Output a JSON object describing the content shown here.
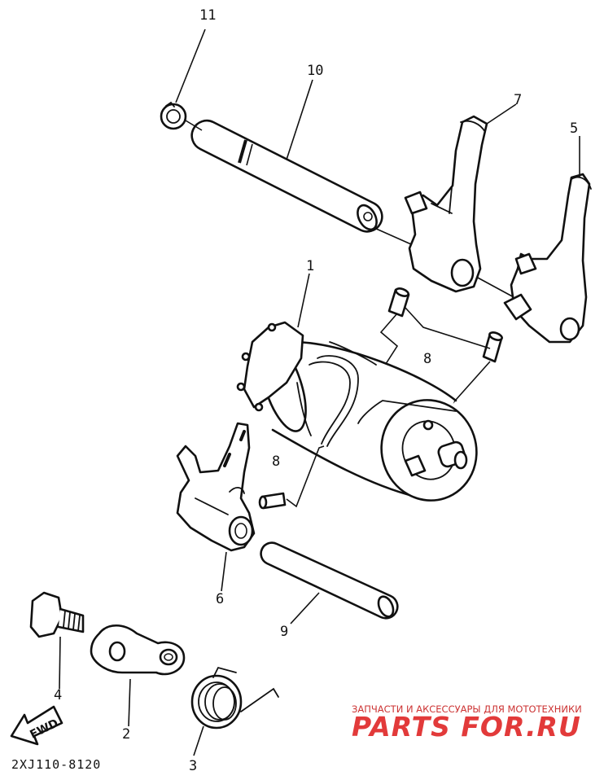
{
  "diagram": {
    "callouts": [
      {
        "id": "1",
        "label": "1"
      },
      {
        "id": "2",
        "label": "2"
      },
      {
        "id": "3",
        "label": "3"
      },
      {
        "id": "4",
        "label": "4"
      },
      {
        "id": "5",
        "label": "5"
      },
      {
        "id": "6",
        "label": "6"
      },
      {
        "id": "7",
        "label": "7"
      },
      {
        "id": "8a",
        "label": "8"
      },
      {
        "id": "8b",
        "label": "8"
      },
      {
        "id": "9",
        "label": "9"
      },
      {
        "id": "10",
        "label": "10"
      },
      {
        "id": "11",
        "label": "11"
      }
    ],
    "direction_label": "FWD",
    "drawing_code": "2XJ110-8120"
  },
  "watermark": {
    "subtitle": "ЗАПЧАСТИ И АКСЕССУАРЫ ДЛЯ МОТОТЕХНИКИ",
    "brand": "PARTS FOR.RU",
    "color_main": "#e23a3a",
    "color_sub": "#cc3333"
  }
}
